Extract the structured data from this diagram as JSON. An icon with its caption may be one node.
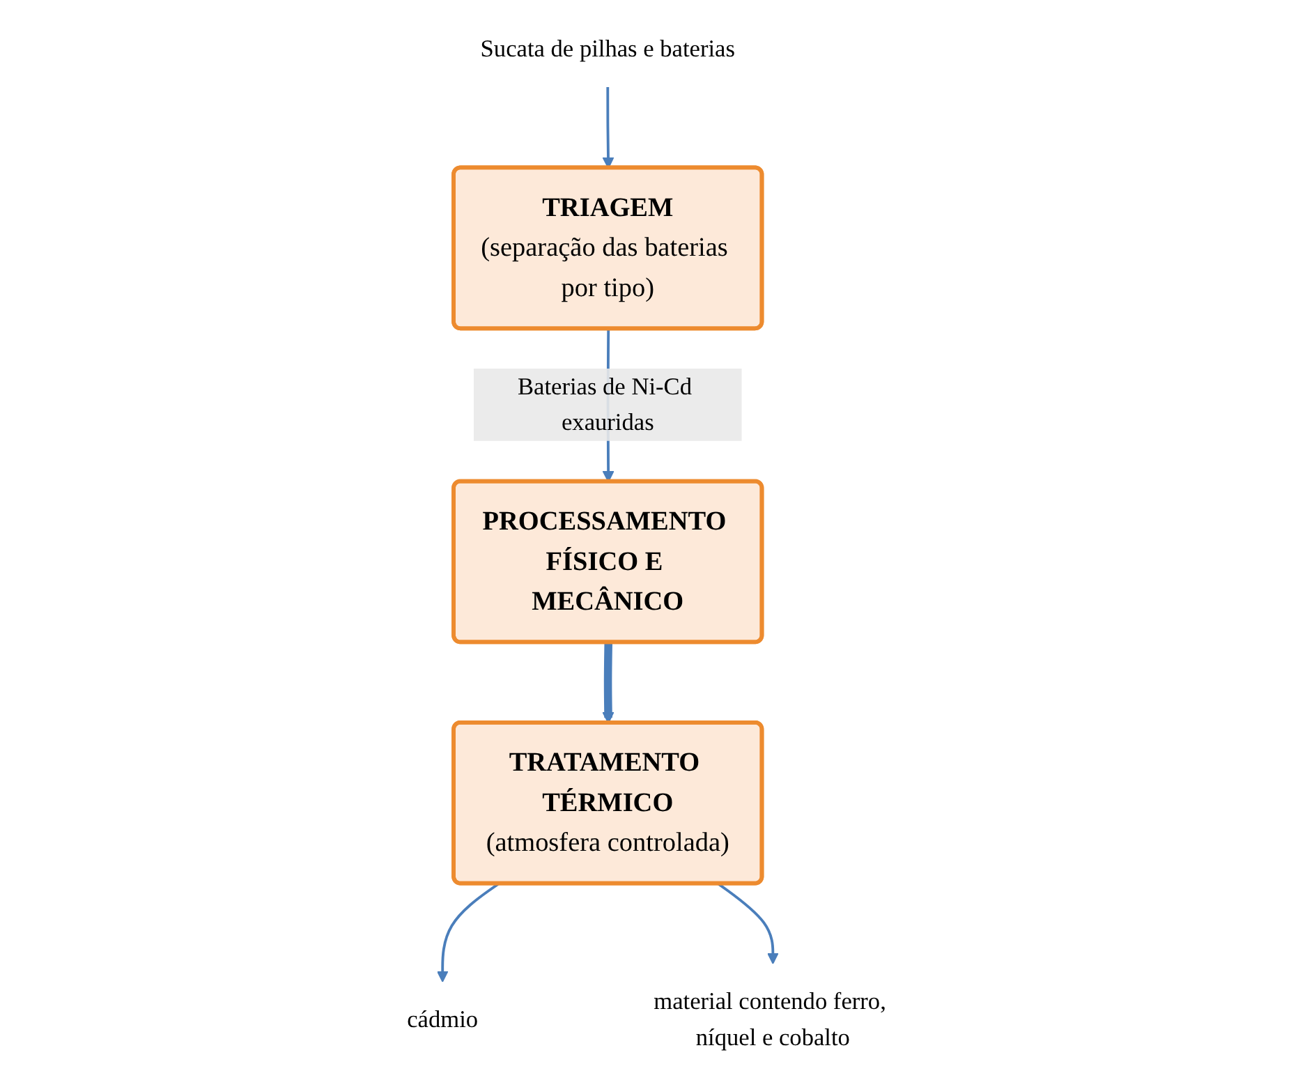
{
  "diagram": {
    "nodes": [
      {
        "text": [
          "Sucata de pilhas e baterias"
        ]
      },
      {
        "text": [
          "TRIAGEM",
          "(separação das baterias por tipo)"
        ]
      },
      {
        "text": [
          "PROCESSAMENTO FÍSICO E MECÂNICO"
        ]
      },
      {
        "text": [
          "TRATAMENTO TÉRMICO",
          "(atmosfera controlada)"
        ]
      },
      {
        "text": [
          "cádmio"
        ]
      },
      {
        "text": [
          "material contendo ferro, níquel e cobalto"
        ]
      }
    ],
    "edges": [
      {
        "from": 0,
        "to": 1,
        "arrow": "to"
      },
      {
        "from": 1,
        "to": 2,
        "arrow": "to",
        "label": "Baterias de Ni-Cd exauridas"
      },
      {
        "from": 2,
        "to": 3,
        "arrow": "to",
        "style": "thick"
      },
      {
        "from": 3,
        "to": 4,
        "arrow": "to"
      },
      {
        "from": 3,
        "to": 5,
        "arrow": "to"
      }
    ]
  }
}
